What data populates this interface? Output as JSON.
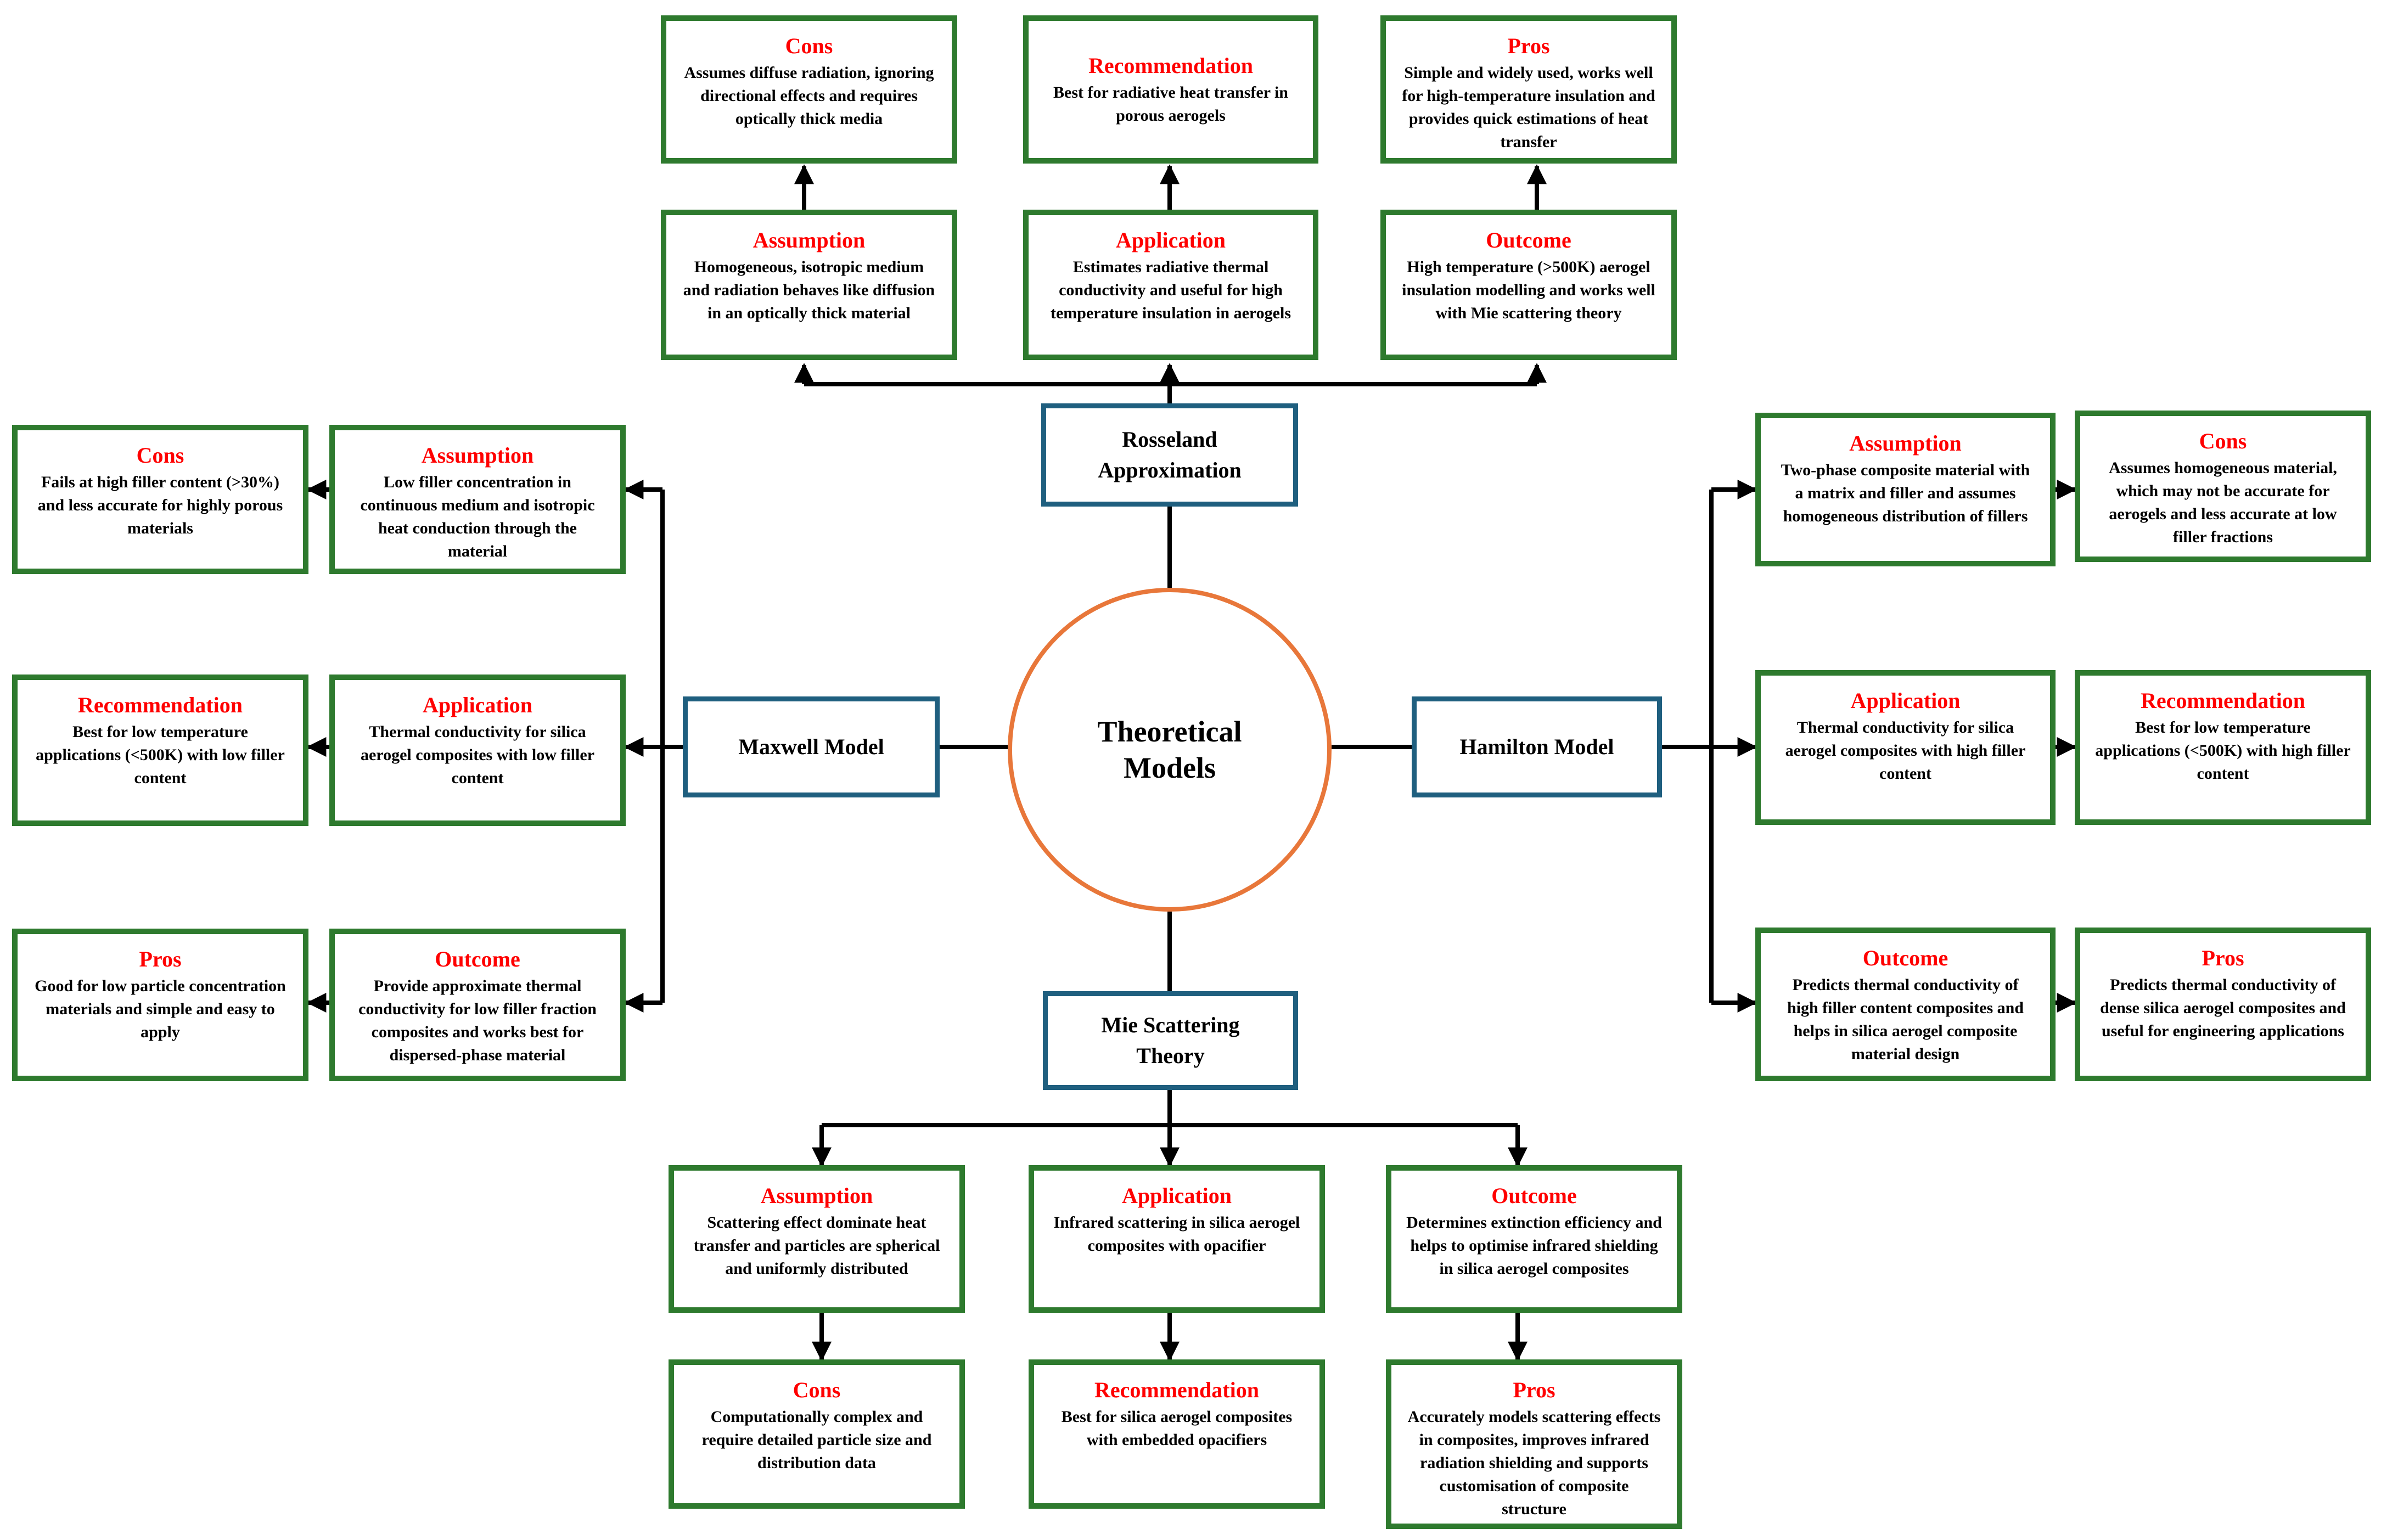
{
  "center": {
    "title": "Theoretical\nModels"
  },
  "models": {
    "rosseland": {
      "label": "Rosseland\nApproximation"
    },
    "maxwell": {
      "label": "Maxwell Model"
    },
    "hamilton": {
      "label": "Hamilton Model"
    },
    "mie": {
      "label": "Mie Scattering\nTheory"
    }
  },
  "colors": {
    "box_border": "#2e7a2e",
    "model_border": "#1f5f7f",
    "hub_border": "#e8773a",
    "heading_text": "#ff0000"
  },
  "boxes": {
    "rosseland_cons": {
      "title": "Cons",
      "text": "Assumes diffuse radiation, ignoring directional effects and requires optically thick media"
    },
    "rosseland_rec": {
      "title": "Recommendation",
      "text": "Best for radiative heat transfer in porous aerogels"
    },
    "rosseland_pros": {
      "title": "Pros",
      "text": "Simple and widely used, works well for high-temperature insulation and provides quick estimations of heat transfer"
    },
    "rosseland_assump": {
      "title": "Assumption",
      "text": "Homogeneous, isotropic medium and radiation behaves like diffusion in an optically thick material"
    },
    "rosseland_app": {
      "title": "Application",
      "text": "Estimates radiative thermal conductivity and useful for high temperature insulation in aerogels"
    },
    "rosseland_out": {
      "title": "Outcome",
      "text": "High temperature (>500K) aerogel insulation modelling and works well with Mie scattering theory"
    },
    "maxwell_cons": {
      "title": "Cons",
      "text": "Fails at high filler content (>30%) and less accurate for highly porous materials"
    },
    "maxwell_assump": {
      "title": "Assumption",
      "text": "Low filler concentration in continuous medium and isotropic heat conduction through the material"
    },
    "maxwell_rec": {
      "title": "Recommendation",
      "text": "Best for low temperature applications (<500K) with low filler content"
    },
    "maxwell_app": {
      "title": "Application",
      "text": "Thermal conductivity for silica aerogel composites with low filler content"
    },
    "maxwell_pros": {
      "title": "Pros",
      "text": "Good for low particle concentration materials and simple and easy to apply"
    },
    "maxwell_out": {
      "title": "Outcome",
      "text": "Provide approximate thermal conductivity for low filler fraction composites and works best for dispersed-phase material"
    },
    "hamilton_assump": {
      "title": "Assumption",
      "text": "Two-phase composite material with a matrix and filler and assumes homogeneous distribution of fillers"
    },
    "hamilton_cons": {
      "title": "Cons",
      "text": "Assumes homogeneous material, which may not be accurate for aerogels and less accurate at low filler fractions"
    },
    "hamilton_app": {
      "title": "Application",
      "text": "Thermal conductivity for silica aerogel composites with high filler content"
    },
    "hamilton_rec": {
      "title": "Recommendation",
      "text": "Best for low temperature applications (<500K) with high filler content"
    },
    "hamilton_out": {
      "title": "Outcome",
      "text": "Predicts thermal conductivity of high filler content composites and helps in silica aerogel composite material design"
    },
    "hamilton_pros": {
      "title": "Pros",
      "text": "Predicts thermal conductivity of dense silica aerogel composites and useful for engineering applications"
    },
    "mie_assump": {
      "title": "Assumption",
      "text": "Scattering effect dominate heat transfer and particles are spherical and uniformly distributed"
    },
    "mie_app": {
      "title": "Application",
      "text": "Infrared scattering in silica aerogel composites with opacifier"
    },
    "mie_out": {
      "title": "Outcome",
      "text": "Determines extinction efficiency and helps to optimise infrared shielding in silica aerogel composites"
    },
    "mie_cons": {
      "title": "Cons",
      "text": "Computationally complex and require detailed particle size and distribution data"
    },
    "mie_rec": {
      "title": "Recommendation",
      "text": "Best for silica aerogel composites with embedded opacifiers"
    },
    "mie_pros": {
      "title": "Pros",
      "text": "Accurately models scattering effects in composites, improves infrared radiation shielding and supports customisation of composite structure"
    }
  }
}
